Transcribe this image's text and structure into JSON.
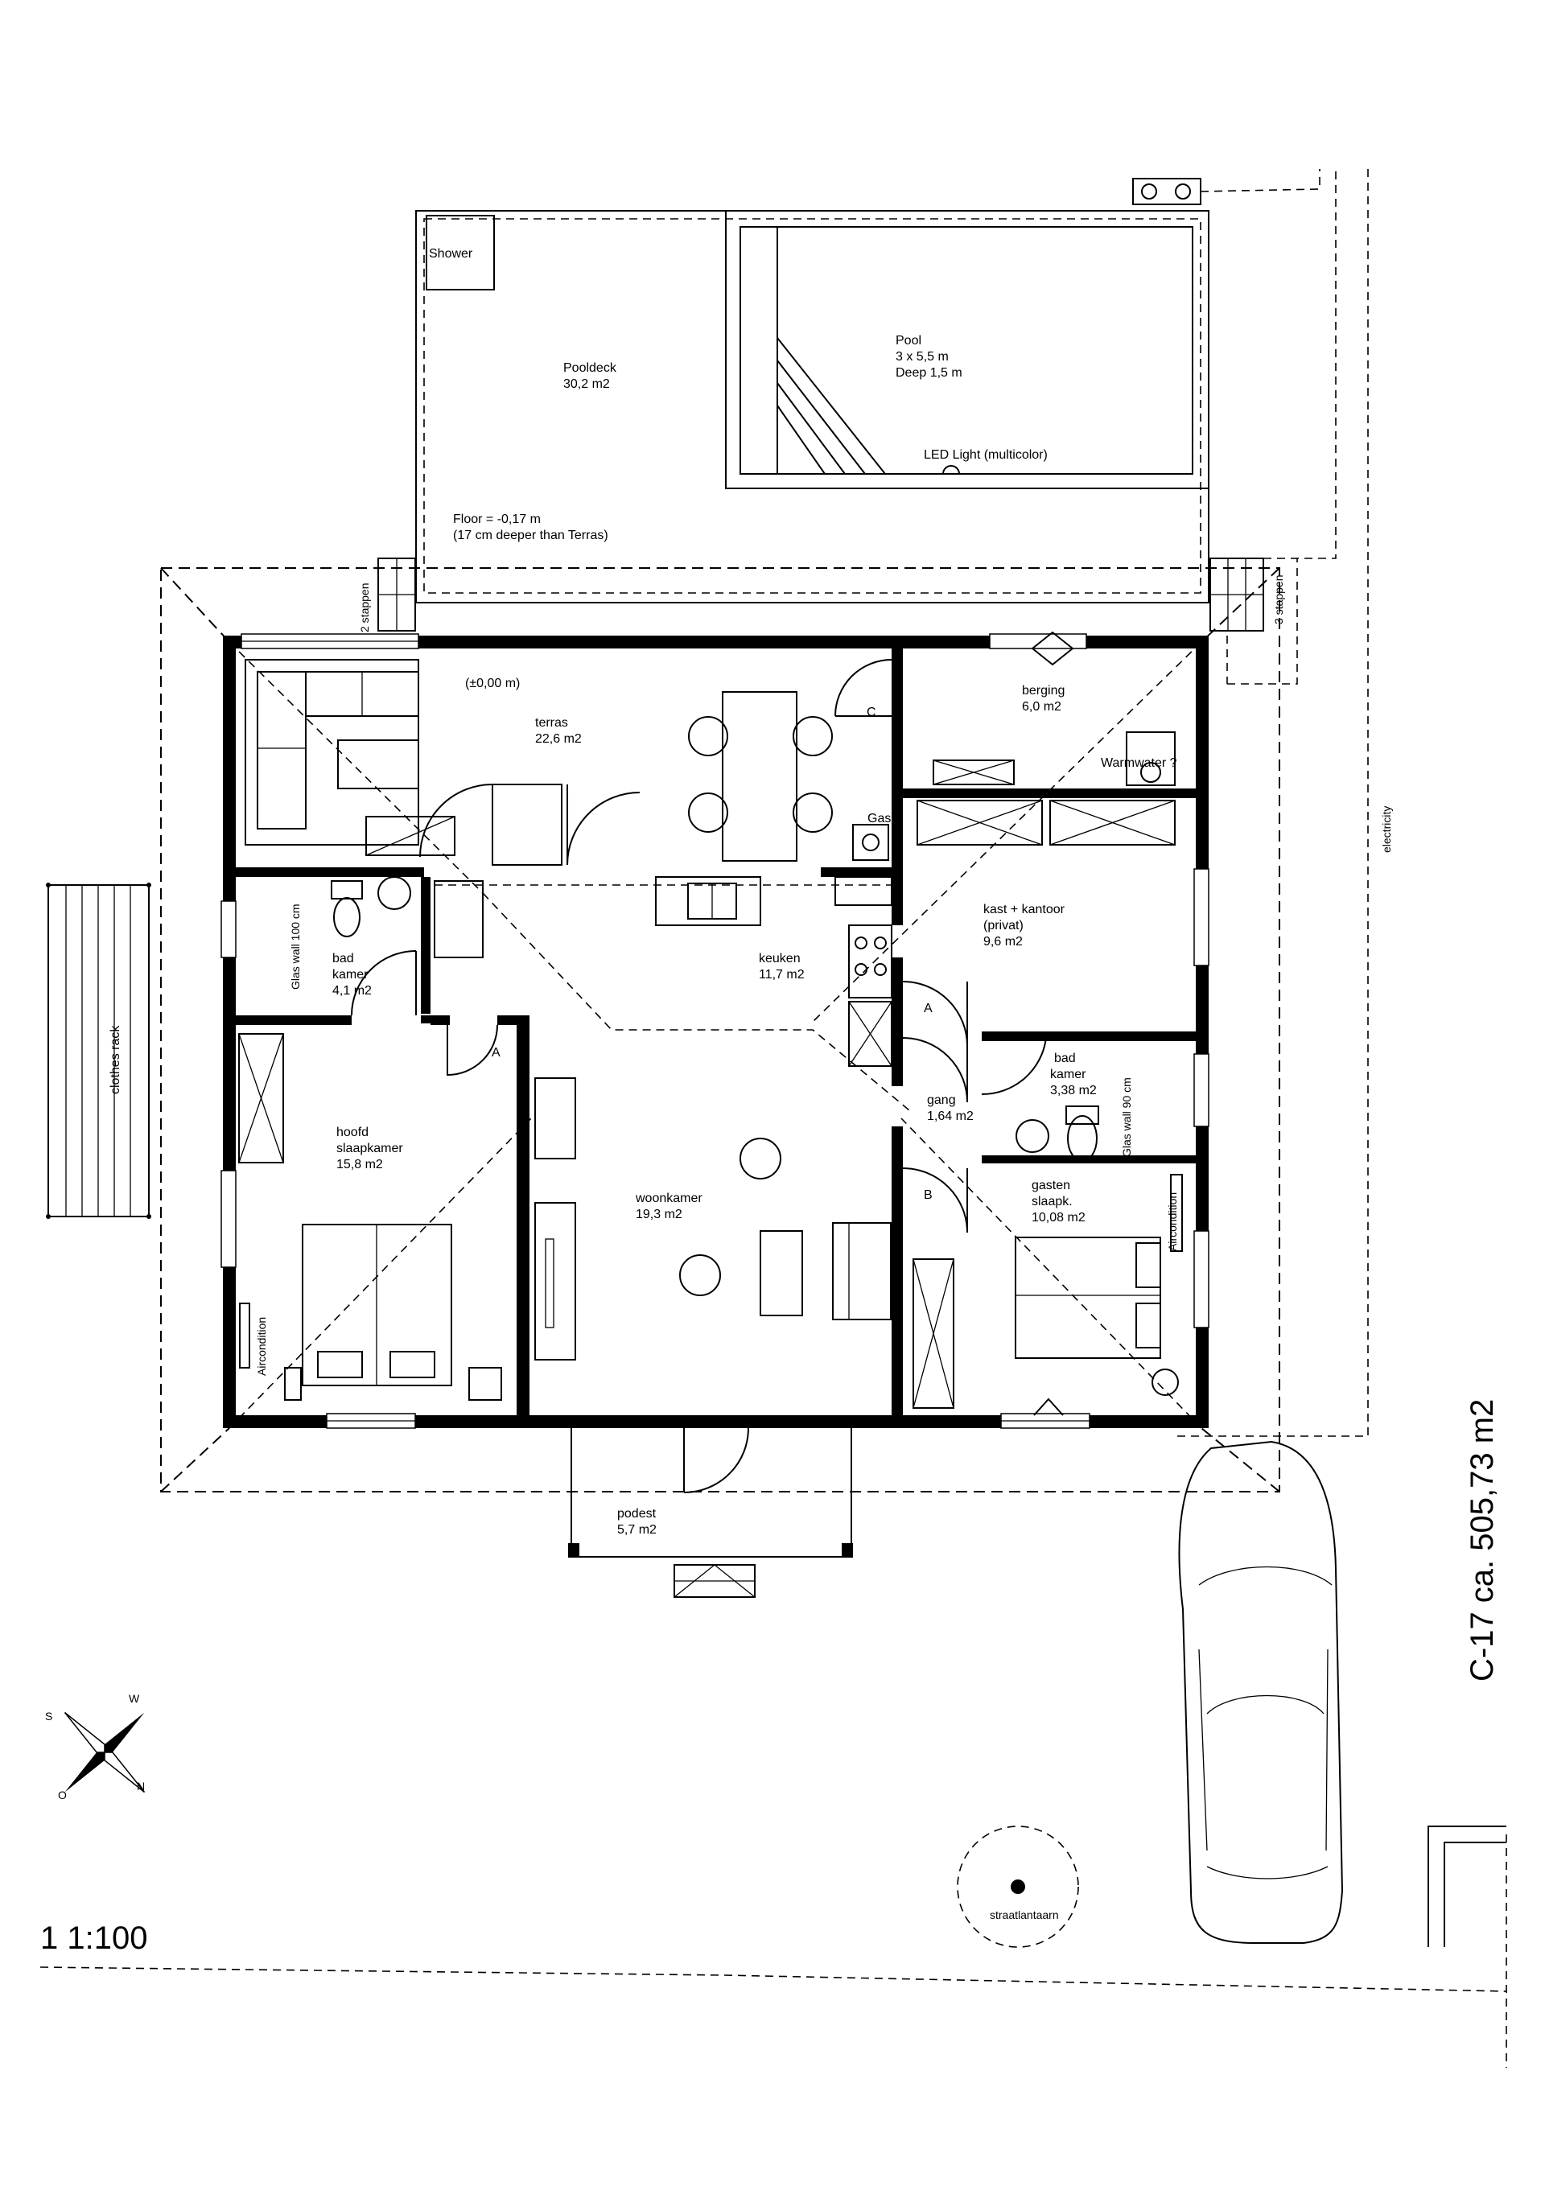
{
  "rooms": {
    "shower": "Shower",
    "pooldeck_name": "Pooldeck",
    "pooldeck_area": "30,2 m2",
    "pool_name": "Pool",
    "pool_size": "3 x 5,5 m",
    "pool_depth": "Deep 1,5 m",
    "pool_light": "LED Light (multicolor)",
    "floor_level": "Floor = -0,17 m",
    "floor_note": "(17 cm deeper than Terras)",
    "stairs_left": "2 stappen",
    "stairs_right": "3 stappen",
    "terras_level": "(±0,00 m)",
    "terras_name": "terras",
    "terras_area": "22,6 m2",
    "berging_name": "berging",
    "berging_area": "6,0 m2",
    "warmwater": "Warmwater ?",
    "gas": "Gas",
    "kast_name": "kast + kantoor",
    "kast_sub": "(privat)",
    "kast_area": "9,6 m2",
    "bad1_name1": "bad",
    "bad1_name2": "kamer",
    "bad1_area": "4,1 m2",
    "glas1": "Glas wall 100 cm",
    "keuken_name": "keuken",
    "keuken_area": "11,7 m2",
    "bad2_name1": "bad",
    "bad2_name2": "kamer",
    "bad2_area": "3,38 m2",
    "glas2": "Glas wall 90 cm",
    "gang_name": "gang",
    "gang_area": "1,64 m2",
    "hoofd_name1": "hoofd",
    "hoofd_name2": "slaapkamer",
    "hoofd_area": "15,8 m2",
    "woon_name": "woonkamer",
    "woon_area": "19,3 m2",
    "gasten_name1": "gasten",
    "gasten_name2": "slaapk.",
    "gasten_area": "10,08 m2",
    "aircon1": "Aircondition",
    "aircon2": "Aircondition",
    "podest_name": "podest",
    "podest_area": "5,7 m2",
    "door_a1": "A",
    "door_a2": "A",
    "door_b": "B",
    "door_c": "C"
  },
  "site": {
    "clothes_rack": "clothes rack",
    "electricity": "electricity",
    "lamp": "straatlantaarn",
    "scale": "1 1:100",
    "plot": "C-17 ca. 505,73 m2"
  },
  "compass": {
    "n": "N",
    "o": "O",
    "s": "S",
    "w": "W"
  }
}
